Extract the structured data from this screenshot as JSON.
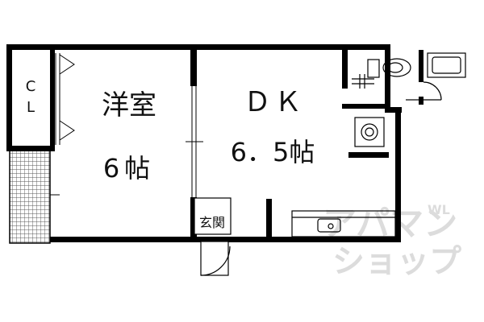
{
  "rooms": {
    "western": {
      "name": "洋室",
      "size": "6帖"
    },
    "dk": {
      "name": "ＤＫ",
      "size": "6．5帖"
    },
    "closet": {
      "line1": "C",
      "line2": "L"
    },
    "entrance": {
      "name": "玄関"
    }
  },
  "watermark": {
    "main": "アパマン",
    "sub": "ショップ",
    "wl": "WL"
  },
  "colors": {
    "wall": "#000000",
    "balcony_hatch": "#555555",
    "watermark": "#d9d9d9"
  }
}
